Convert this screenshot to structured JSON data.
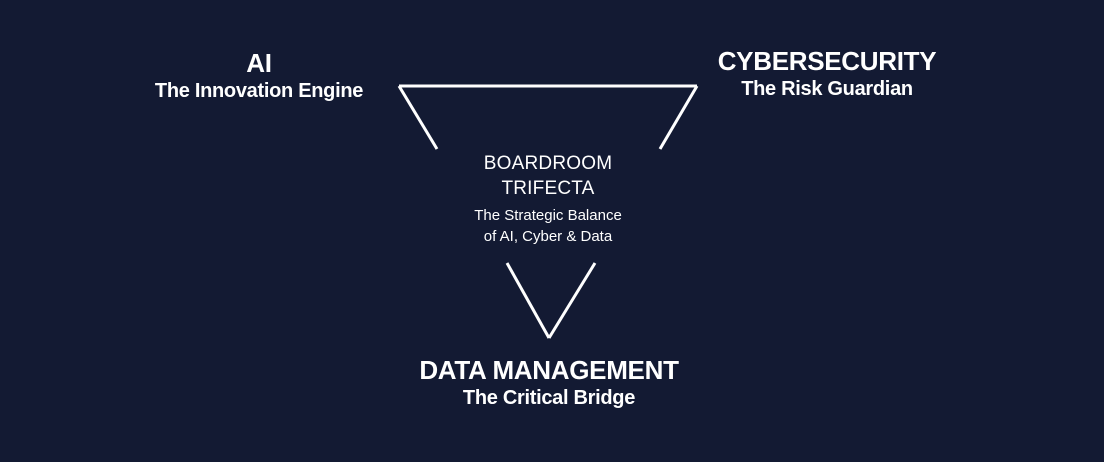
{
  "slide": {
    "background_color": "#131a33",
    "text_color": "#ffffff",
    "line_color": "#ffffff"
  },
  "diagram": {
    "shape": "inverted-triangle-outline",
    "nodes": {
      "ai": {
        "title": "AI",
        "subtitle": "The Innovation Engine"
      },
      "cybersecurity": {
        "title": "CYBERSECURITY",
        "subtitle": "The Risk Guardian"
      },
      "data_management": {
        "title": "DATA MANAGEMENT",
        "subtitle": "The Critical Bridge"
      }
    },
    "center": {
      "title_line1": "BOARDROOM",
      "title_line2": "TRIFECTA",
      "subtitle_line1": "The Strategic Balance",
      "subtitle_line2": "of AI, Cyber & Data"
    }
  }
}
